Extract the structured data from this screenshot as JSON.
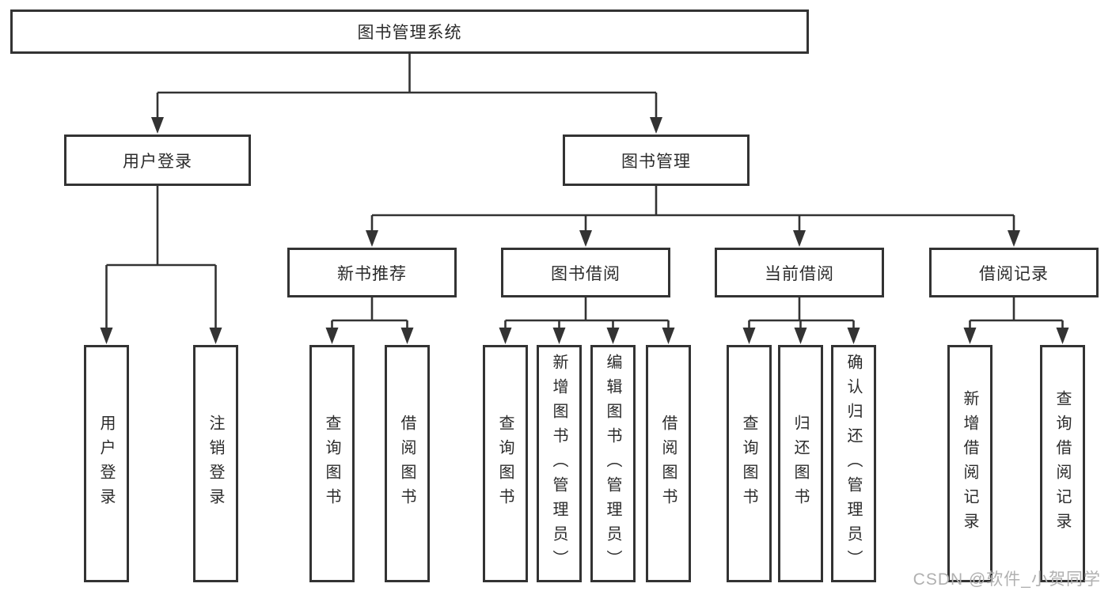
{
  "diagram_title": "图书管理系统",
  "watermark": "CSDN @软件_小贺同学",
  "nodes": {
    "root": {
      "label": "图书管理系统"
    },
    "level2": [
      {
        "label": "用户登录"
      },
      {
        "label": "图书管理"
      }
    ],
    "level3": [
      {
        "label": "新书推荐"
      },
      {
        "label": "图书借阅"
      },
      {
        "label": "当前借阅"
      },
      {
        "label": "借阅记录"
      }
    ],
    "user_login_children": [
      {
        "label": "用户登录"
      },
      {
        "label": "注销登录"
      }
    ],
    "new_book_children": [
      {
        "label": "查询图书"
      },
      {
        "label": "借阅图书"
      }
    ],
    "book_borrow_children": [
      {
        "label": "查询图书"
      },
      {
        "label": "新增图书（管理员）"
      },
      {
        "label": "编辑图书（管理员）"
      },
      {
        "label": "借阅图书"
      }
    ],
    "current_borrow_children": [
      {
        "label": "查询图书"
      },
      {
        "label": "归还图书"
      },
      {
        "label": "确认归还（管理员）"
      }
    ],
    "borrow_record_children": [
      {
        "label": "新增借阅记录"
      },
      {
        "label": "查询借阅记录"
      }
    ]
  },
  "colors": {
    "line": "#333333",
    "text": "#2b2b2b",
    "watermark": "#b0b0b0",
    "background": "#ffffff"
  }
}
